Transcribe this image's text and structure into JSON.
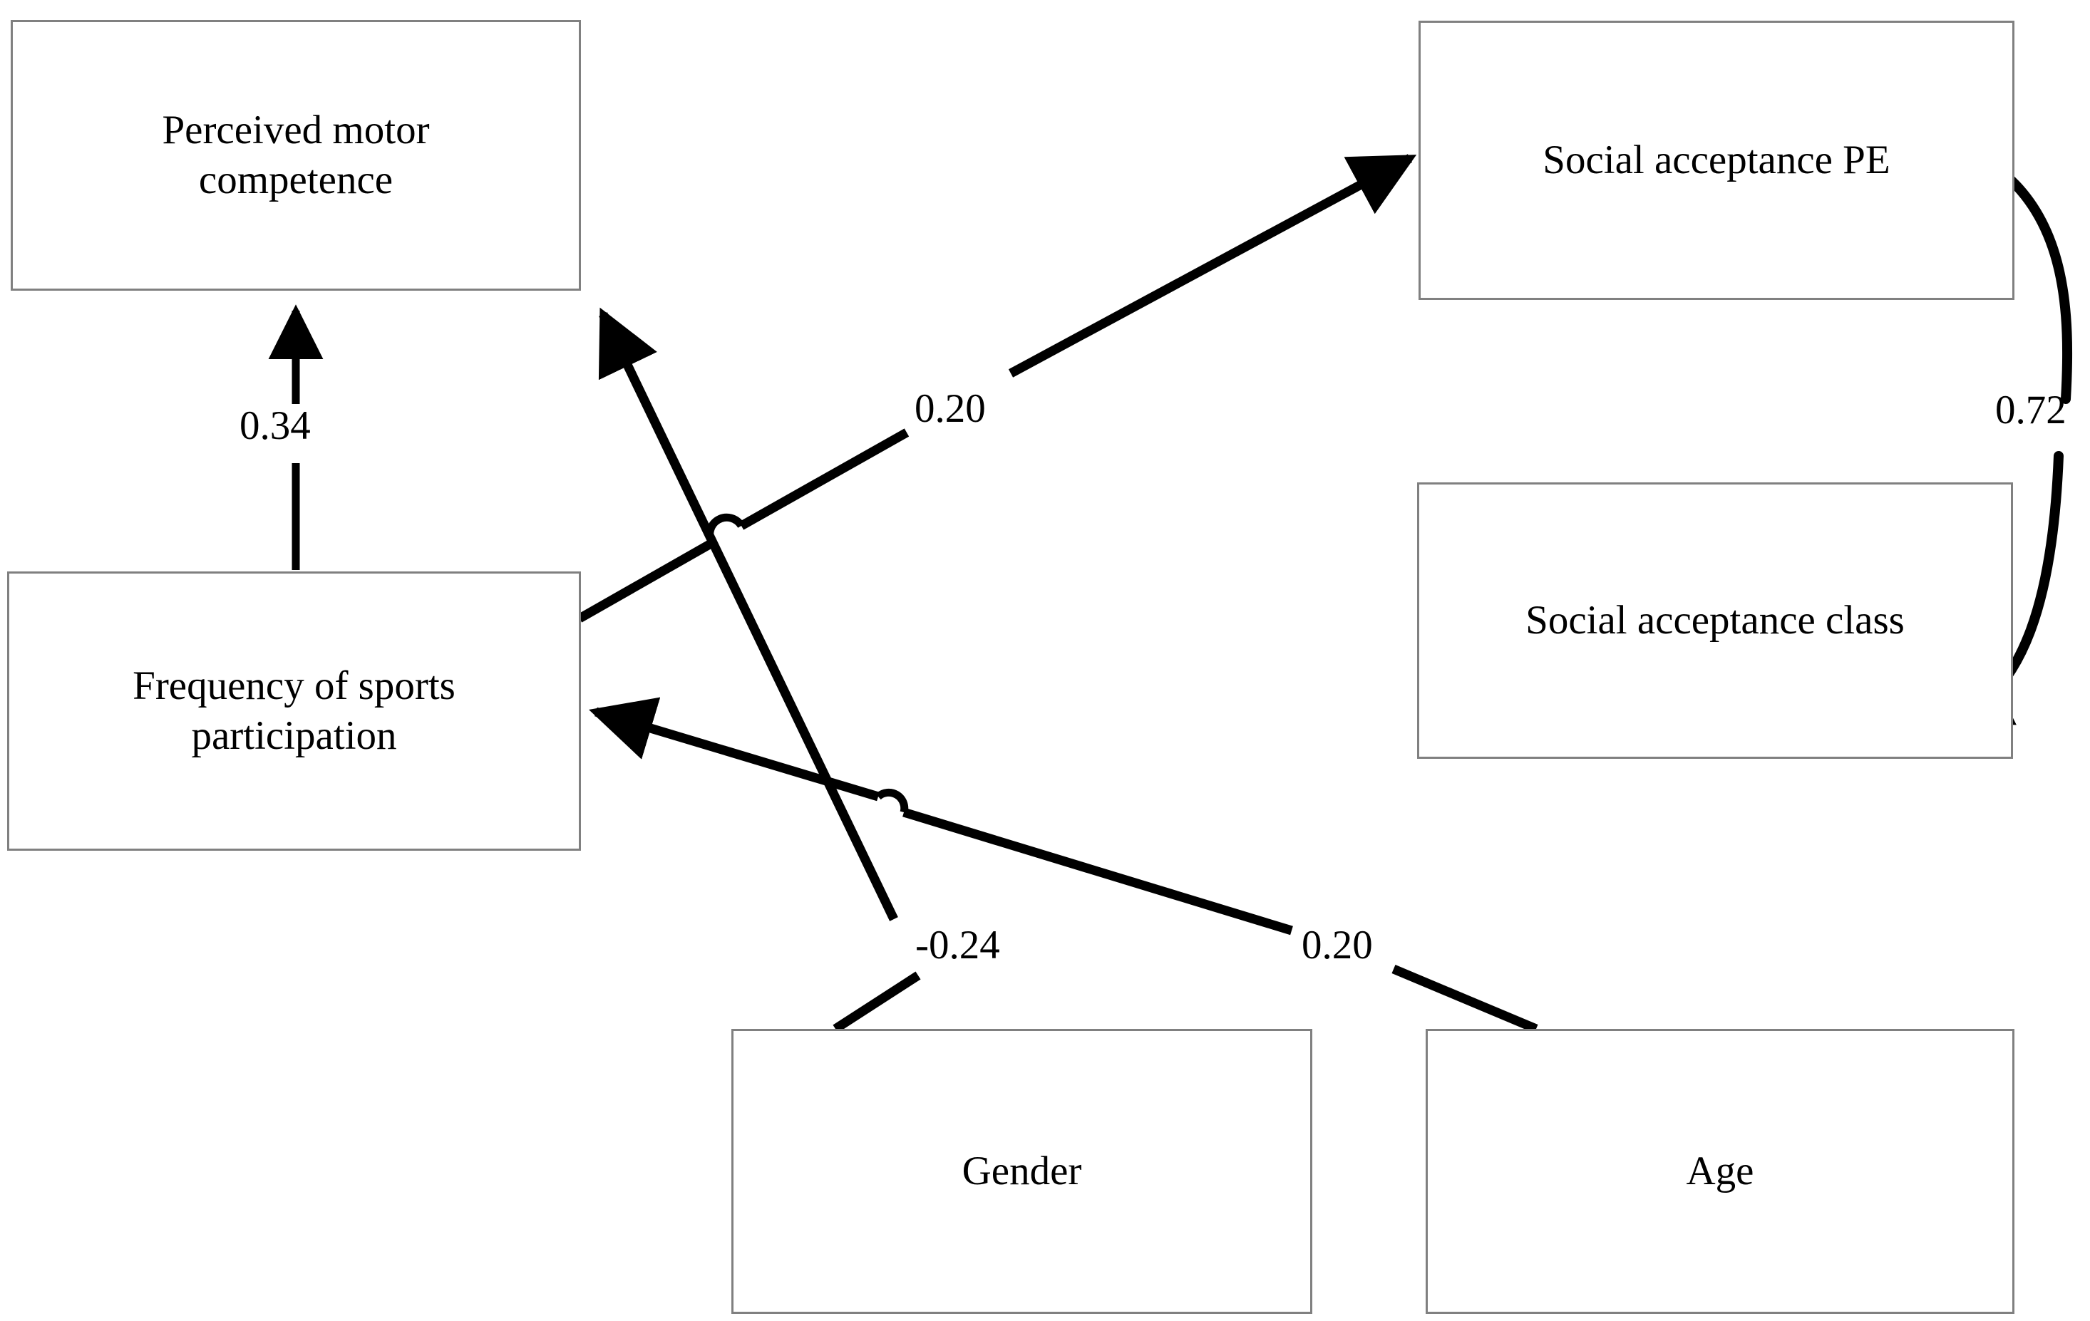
{
  "diagram": {
    "type": "path-diagram",
    "title": "",
    "background_color": "#ffffff",
    "box_border_color": "#808080",
    "line_color": "#000000",
    "nodes": [
      {
        "id": "perceived_motor_competence",
        "label": "Perceived motor\ncompetence"
      },
      {
        "id": "frequency_sports_participation",
        "label": "Frequency of sports\nparticipation"
      },
      {
        "id": "social_acceptance_pe",
        "label": "Social acceptance PE"
      },
      {
        "id": "social_acceptance_class",
        "label": "Social acceptance class"
      },
      {
        "id": "gender",
        "label": "Gender"
      },
      {
        "id": "age",
        "label": "Age"
      }
    ],
    "edges": [
      {
        "id": "freq_to_pmc",
        "from": "frequency_sports_participation",
        "to": "perceived_motor_competence",
        "coefficient": "0.34",
        "style": "straight",
        "arrow": "single"
      },
      {
        "id": "freq_to_sape",
        "from": "frequency_sports_participation",
        "to": "social_acceptance_pe",
        "coefficient": "0.20",
        "style": "straight",
        "arrow": "single"
      },
      {
        "id": "gender_to_pmc",
        "from": "gender",
        "to": "perceived_motor_competence",
        "coefficient": "-0.24",
        "style": "straight",
        "arrow": "single"
      },
      {
        "id": "age_to_freq",
        "from": "age",
        "to": "frequency_sports_participation",
        "coefficient": "0.20",
        "style": "straight",
        "arrow": "single"
      },
      {
        "id": "sape_to_sac",
        "from": "social_acceptance_pe",
        "to": "social_acceptance_class",
        "coefficient": "0.72",
        "style": "curved",
        "arrow": "single"
      }
    ],
    "labels": {
      "freq_to_pmc": "0.34",
      "freq_to_sape": "0.20",
      "gender_to_pmc": "-0.24",
      "age_to_freq": "0.20",
      "sape_to_sac": "0.72"
    }
  },
  "chart_data": {
    "type": "diagram",
    "categories": [
      "Perceived motor competence",
      "Frequency of sports participation",
      "Social acceptance PE",
      "Social acceptance class",
      "Gender",
      "Age"
    ],
    "values": [
      0.34,
      0.2,
      -0.24,
      0.2,
      0.72
    ],
    "title": "",
    "xlabel": "",
    "ylabel": ""
  }
}
